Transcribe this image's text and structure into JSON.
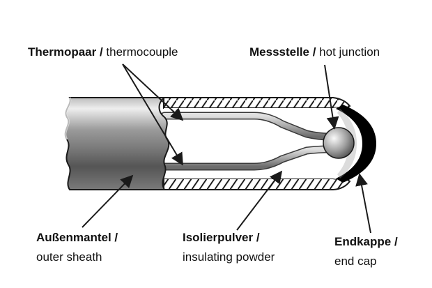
{
  "labels": {
    "thermocouple": {
      "de": "Thermopaar",
      "sep": " / ",
      "en": "thermocouple"
    },
    "hot_junction": {
      "de": "Messstelle",
      "sep": " / ",
      "en": "hot junction"
    },
    "outer_sheath": {
      "de": "Außenmantel",
      "sep": " /",
      "en": "outer sheath"
    },
    "insulating_powder": {
      "de": "Isolierpulver",
      "sep": " /",
      "en": "insulating powder"
    },
    "end_cap": {
      "de": "Endkappe",
      "sep": " /",
      "en": "end cap"
    }
  },
  "colors": {
    "outline": "#1a1a1a",
    "sheath_light": "#e6e6e6",
    "sheath_dark": "#5a5a5a",
    "wire": "#8a8a8a",
    "wire_highlight": "#d6d6d6",
    "end_cap": "#000000",
    "hatch": "#2a2a2a",
    "junction_light": "#f4f4f4",
    "junction_dark": "#555555"
  }
}
